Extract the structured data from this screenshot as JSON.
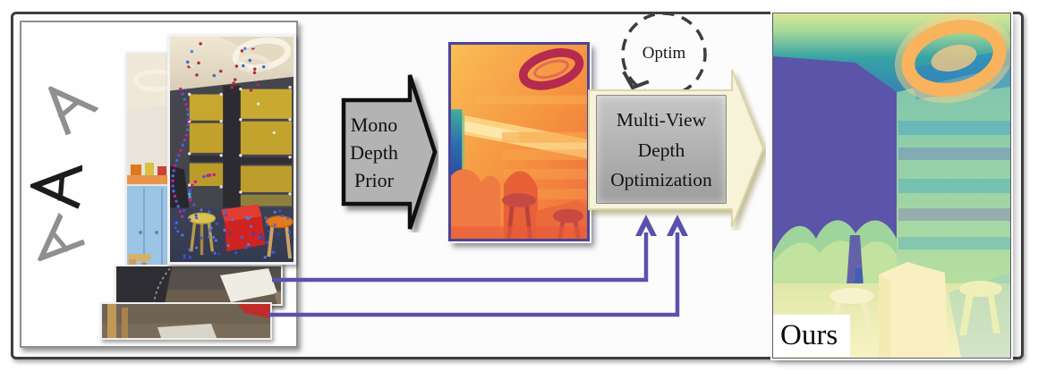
{
  "figure": {
    "type": "pipeline-diagram",
    "description": "Multi-view depth optimization pipeline: posed input images with keypoints feed a monocular depth prior, which is refined by multi-view depth optimization into the final depth map."
  },
  "labels": {
    "mono_arrow": {
      "line1": "Mono",
      "line2": "Depth",
      "line3": "Prior"
    },
    "optim": {
      "label": "Optim"
    },
    "mvd": {
      "line1": "Multi-View",
      "line2": "Depth",
      "line3": "Optimization"
    },
    "output": {
      "label": "Ours"
    }
  },
  "icons": {
    "camera_frustums": [
      {
        "name": "camera-frustum-icon",
        "color": "#8f8f8f"
      },
      {
        "name": "camera-frustum-icon",
        "color": "#1c1c1c"
      },
      {
        "name": "camera-frustum-icon",
        "color": "#8f8f8f"
      }
    ],
    "optim_loop": "dashed-cycle-arrow-icon"
  },
  "colors": {
    "frame_border": "#3e3e3e",
    "panel_border": "#8f8f8f",
    "accent_purple": "#5b51ad",
    "mono_arrow_fill": "#b3b3b3",
    "mono_arrow_outline": "#0f0f0f",
    "mvd_arrow_fill": "#f7f3d9",
    "mvd_box_fill": "#aaaaaa",
    "optim_dash": "#3d3d3d",
    "mono_depth_border": "#4c4495"
  }
}
